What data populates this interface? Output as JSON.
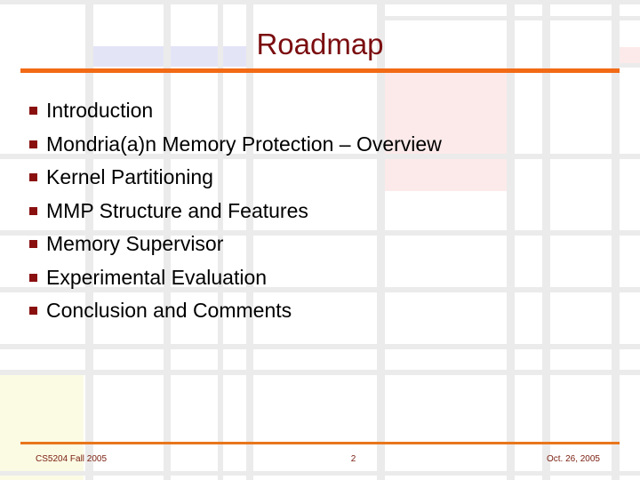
{
  "slide": {
    "title": "Roadmap",
    "title_color": "#7b0d10",
    "accent_rule_color": "#f26a15",
    "bullet_marker_color": "#8a1010",
    "body_text_color": "#000000",
    "background_color": "#ffffff",
    "grid_line_color": "#ebebeb"
  },
  "bullets": [
    {
      "marker": "square-bullet",
      "text": "Introduction"
    },
    {
      "marker": "square-bullet",
      "text": "Mondria(a)n Memory Protection – Overview"
    },
    {
      "marker": "square-bullet",
      "text": "Kernel Partitioning"
    },
    {
      "marker": "square-bullet",
      "text": "MMP Structure and Features"
    },
    {
      "marker": "square-bullet",
      "text": "Memory Supervisor"
    },
    {
      "marker": "square-bullet",
      "text": "Experimental Evaluation"
    },
    {
      "marker": "square-bullet",
      "text": "Conclusion and Comments"
    }
  ],
  "footer": {
    "left": "CS5204 Fall 2005",
    "page_number": "2",
    "right": "Oct. 26, 2005",
    "text_color": "#7b2012",
    "rule_color": "#e8761b"
  },
  "decor_blocks": {
    "lavender": "#e4e4f7",
    "pink": "#fceaea",
    "yellow": "#fbfbe4"
  }
}
